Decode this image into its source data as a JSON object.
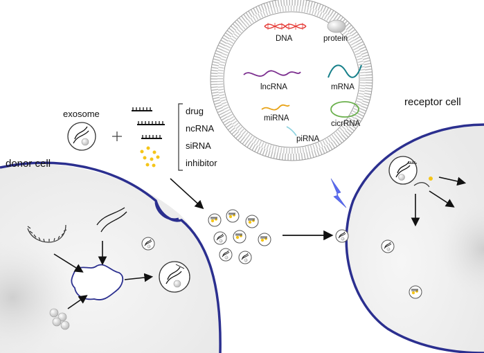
{
  "labels": {
    "donor_cell": "donor cell",
    "receptor_cell": "receptor cell",
    "exosome": "exosome",
    "plus": "+",
    "cargo": [
      "drug",
      "ncRNA",
      "siRNA",
      "inhibitor"
    ],
    "legend": {
      "dna": "DNA",
      "protein": "protein",
      "lncrna": "lncRNA",
      "mrna": "mRNA",
      "mirna": "miRNA",
      "circrna": "cicrRNA",
      "pirna": "piRNA"
    }
  },
  "colors": {
    "membrane": "#2b2f8f",
    "cell_fill": "#eeeeee",
    "nucleus": "#d6d6d6",
    "dna": "#e53935",
    "lncrna": "#7b2d8e",
    "mrna": "#17808a",
    "mirna": "#e8a317",
    "circrna": "#6ab04c",
    "pirna": "#8fd3e0",
    "cargo_dot": "#f5c518",
    "lightning": "#5b6cf0"
  }
}
